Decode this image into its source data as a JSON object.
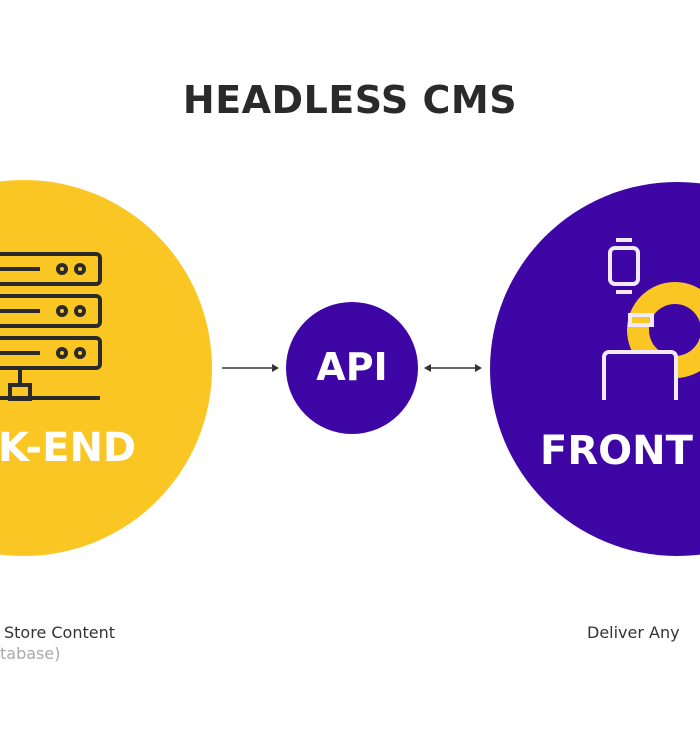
{
  "title": "HEADLESS CMS",
  "backend": {
    "label": "K-END",
    "caption": "Store Content",
    "sub_caption": "tabase)",
    "icon": "server-rack-icon"
  },
  "api": {
    "label": "API"
  },
  "frontend": {
    "label": "FRONT",
    "caption": "Deliver Any",
    "icon": "devices-gear-icon"
  },
  "colors": {
    "yellow": "#F9C623",
    "purple": "#3F06A6",
    "text": "#2a2a2a"
  }
}
